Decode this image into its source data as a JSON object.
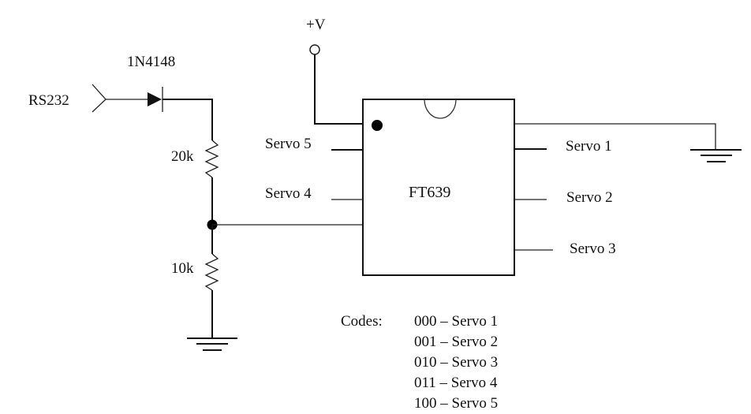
{
  "diagram": {
    "type": "circuit-schematic",
    "supply_label": "+V",
    "input_label": "RS232",
    "diode_label": "1N4148",
    "resistor_top_label": "20k",
    "resistor_bottom_label": "10k",
    "ic_label": "FT639",
    "left_pins": [
      "Servo 5",
      "Servo 4"
    ],
    "right_pins": [
      "Servo 1",
      "Servo 2",
      "Servo 3"
    ],
    "codes_title": "Codes:",
    "codes": [
      "000 – Servo 1",
      "001 – Servo 2",
      "010 – Servo 3",
      "011 – Servo 4",
      "100 – Servo 5"
    ]
  }
}
